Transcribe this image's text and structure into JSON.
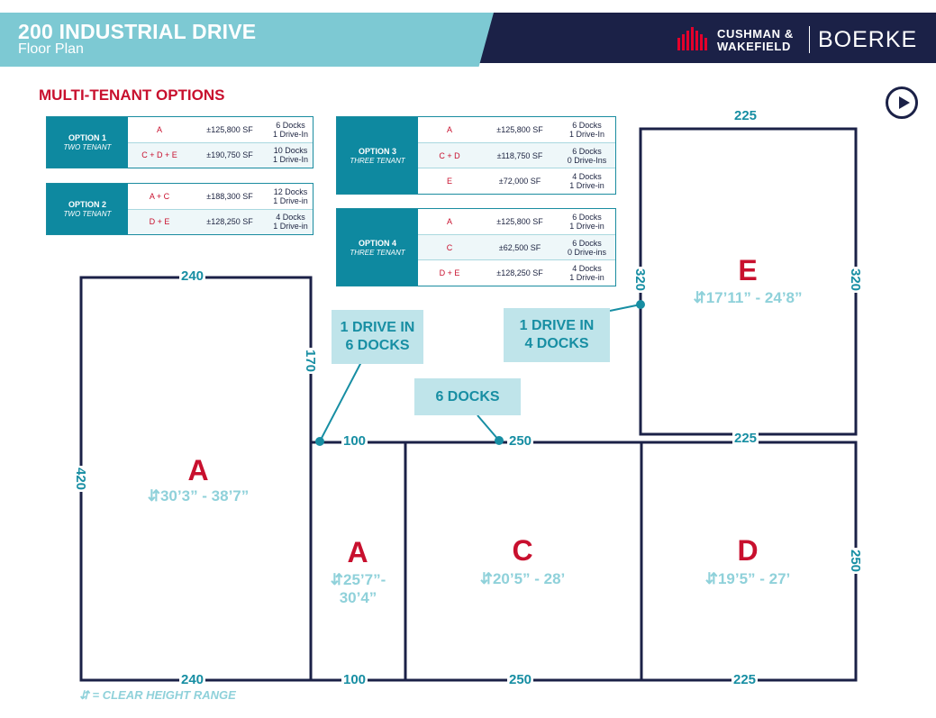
{
  "header": {
    "title": "200 INDUSTRIAL DRIVE",
    "subtitle": "Floor Plan",
    "logo_line1": "CUSHMAN &",
    "logo_line2": "WAKEFIELD",
    "logo_partner": "BOERKE"
  },
  "section_heading": "MULTI-TENANT OPTIONS",
  "options": [
    {
      "name": "OPTION 1",
      "sub": "TWO TENANT",
      "rows": [
        {
          "unit": "A",
          "sf": "±125,800 SF",
          "docks": "6 Docks",
          "drive": "1 Drive-In"
        },
        {
          "unit": "C + D + E",
          "sf": "±190,750 SF",
          "docks": "10 Docks",
          "drive": "1 Drive-In"
        }
      ]
    },
    {
      "name": "OPTION 2",
      "sub": "TWO TENANT",
      "rows": [
        {
          "unit": "A + C",
          "sf": "±188,300 SF",
          "docks": "12 Docks",
          "drive": "1 Drive-in"
        },
        {
          "unit": "D + E",
          "sf": "±128,250 SF",
          "docks": "4 Docks",
          "drive": "1 Drive-in"
        }
      ]
    },
    {
      "name": "OPTION 3",
      "sub": "THREE TENANT",
      "rows": [
        {
          "unit": "A",
          "sf": "±125,800 SF",
          "docks": "6 Docks",
          "drive": "1 Drive-In"
        },
        {
          "unit": "C + D",
          "sf": "±118,750 SF",
          "docks": "6 Docks",
          "drive": "0 Drive-Ins"
        },
        {
          "unit": "E",
          "sf": "±72,000 SF",
          "docks": "4 Docks",
          "drive": "1 Drive-in"
        }
      ]
    },
    {
      "name": "OPTION 4",
      "sub": "THREE TENANT",
      "rows": [
        {
          "unit": "A",
          "sf": "±125,800 SF",
          "docks": "6 Docks",
          "drive": "1 Drive-in"
        },
        {
          "unit": "C",
          "sf": "±62,500 SF",
          "docks": "6 Docks",
          "drive": "0 Drive-ins"
        },
        {
          "unit": "D + E",
          "sf": "±128,250 SF",
          "docks": "4 Docks",
          "drive": "1 Drive-in"
        }
      ]
    }
  ],
  "bays": {
    "a_main": {
      "letter": "A",
      "height": "⇵30’3” - 38’7”"
    },
    "a_small": {
      "letter": "A",
      "height_line1": "⇵25’7”-",
      "height_line2": "30’4”"
    },
    "c": {
      "letter": "C",
      "height": "⇵20’5” - 28’"
    },
    "d": {
      "letter": "D",
      "height": "⇵19’5” - 27’"
    },
    "e": {
      "letter": "E",
      "height": "⇵17’11” - 24’8”"
    }
  },
  "dimensions": {
    "a_top": "240",
    "a_bottom": "240",
    "a_left": "420",
    "a_right": "170",
    "strip_top": "100",
    "strip_bottom": "100",
    "c_top": "250",
    "c_bottom": "250",
    "d_bottom": "225",
    "d_right": "250",
    "e_top": "225",
    "e_bottom": "225",
    "e_left": "320",
    "e_right": "320"
  },
  "callouts": {
    "drive_docks_a": {
      "line1": "1 DRIVE IN",
      "line2": "6 DOCKS"
    },
    "drive_docks_e": {
      "line1": "1 DRIVE IN",
      "line2": "4 DOCKS"
    },
    "docks_c": "6 DOCKS"
  },
  "legend": "⇵ = CLEAR HEIGHT RANGE",
  "colors": {
    "navy": "#1b2147",
    "teal_header": "#7dc9d3",
    "accent_red": "#c8102e",
    "teal_dim": "#178ea3",
    "callout_bg": "#bfe4ea"
  }
}
